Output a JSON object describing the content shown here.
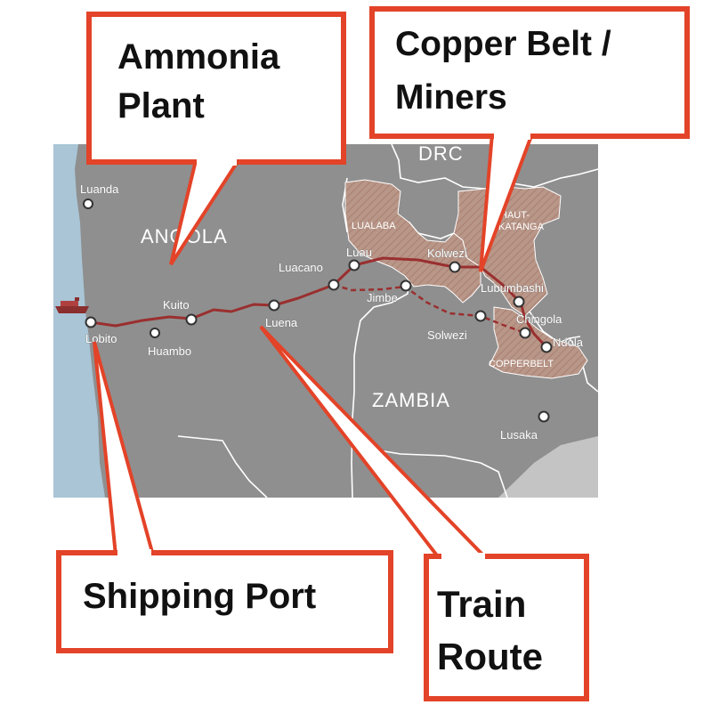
{
  "map": {
    "countries": [
      {
        "id": "drc",
        "label": "DRC"
      },
      {
        "id": "angola",
        "label": "ANGOLA"
      },
      {
        "id": "zambia",
        "label": "ZAMBIA"
      }
    ],
    "regions": [
      {
        "id": "lualaba",
        "label": "LUALABA"
      },
      {
        "id": "haut-katanga-1",
        "label": "HAUT-"
      },
      {
        "id": "haut-katanga-2",
        "label": "KATANGA"
      },
      {
        "id": "copperbelt",
        "label": "COPPERBELT"
      }
    ],
    "cities": [
      {
        "id": "luanda",
        "label": "Luanda"
      },
      {
        "id": "lobito",
        "label": "Lobito"
      },
      {
        "id": "huambo",
        "label": "Huambo"
      },
      {
        "id": "kuito",
        "label": "Kuito"
      },
      {
        "id": "luena",
        "label": "Luena"
      },
      {
        "id": "luacano",
        "label": "Luacano"
      },
      {
        "id": "luau",
        "label": "Luau"
      },
      {
        "id": "jimbe",
        "label": "Jimbe"
      },
      {
        "id": "kolwezi",
        "label": "Kolwezi"
      },
      {
        "id": "lubumbashi",
        "label": "Lubumbashi"
      },
      {
        "id": "solwezi",
        "label": "Solwezi"
      },
      {
        "id": "chingola",
        "label": "Chingola"
      },
      {
        "id": "ndola",
        "label": "Ndola"
      },
      {
        "id": "lusaka",
        "label": "Lusaka"
      }
    ],
    "colors": {
      "sea": "#a9c5d6",
      "land": "#8f8f8f",
      "land_light": "#c4c4c4",
      "border": "#ffffff",
      "railway": "#9a2f2f",
      "region_fill": "#b59487",
      "callout_border": "#e34328"
    }
  },
  "callouts": {
    "ammonia": {
      "line1": "Ammonia",
      "line2": "Plant"
    },
    "copper": {
      "line1": "Copper Belt /",
      "line2": "Miners"
    },
    "port": {
      "line1": "Shipping Port"
    },
    "train": {
      "line1": "Train",
      "line2": "Route"
    }
  }
}
